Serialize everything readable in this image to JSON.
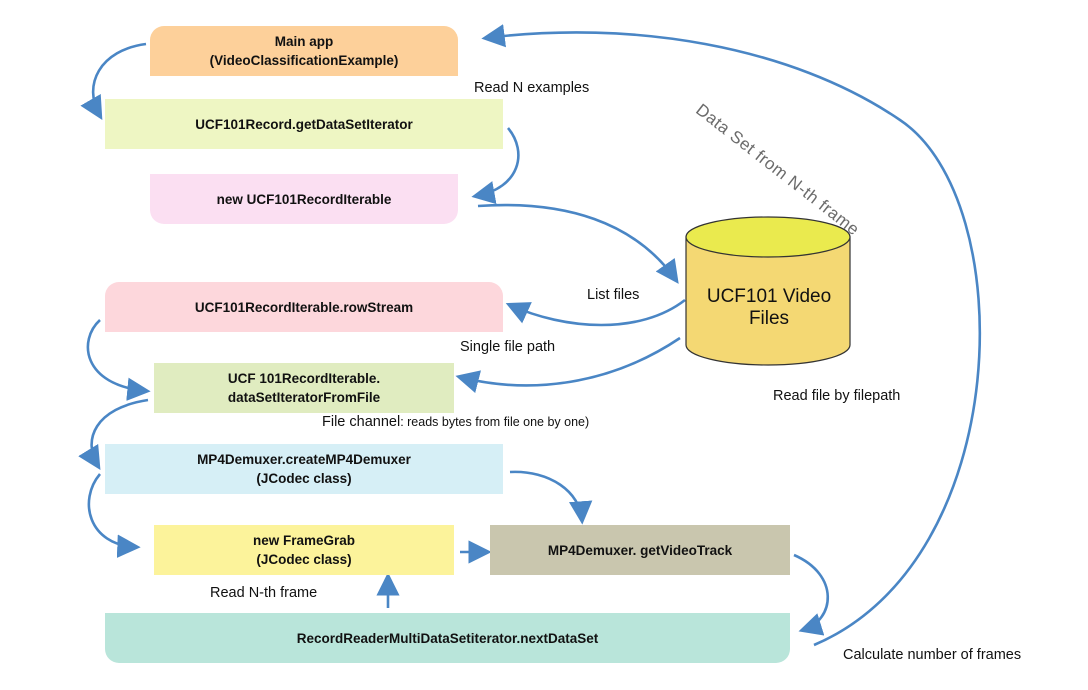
{
  "boxes": {
    "main_app": {
      "line1": "Main app",
      "line2": "(VideoClassificationExample)",
      "color": "#fdd09a"
    },
    "get_dataset_iterator": {
      "line1": "UCF101Record.getDataSetIterator",
      "color": "#eef6c3"
    },
    "new_record_iterable": {
      "line1": "new UCF101RecordIterable",
      "color": "#fbdff2"
    },
    "row_stream": {
      "line1": "UCF101RecordIterable.rowStream",
      "color": "#fdd7dc"
    },
    "dataset_iterator_from_file": {
      "line1": "UCF 101RecordIterable.",
      "line2": "dataSetIteratorFromFile",
      "color": "#e0ecc0"
    },
    "create_demuxer": {
      "line1": "MP4Demuxer.createMP4Demuxer",
      "line2": "(JCodec class)",
      "color": "#d6eff6"
    },
    "new_framegrab": {
      "line1": "new FrameGrab",
      "line2": "(JCodec class)",
      "color": "#fcf39b"
    },
    "get_video_track": {
      "line1": "MP4Demuxer. getVideoTrack",
      "color": "#c9c6ae"
    },
    "next_dataset": {
      "line1": "RecordReaderMultiDataSetiterator.nextDataSet",
      "color": "#b9e5da"
    }
  },
  "cylinder": {
    "line1": "UCF101 Video",
    "line2": "Files",
    "top_color": "#eaea4e",
    "body_color": "#f4d873"
  },
  "labels": {
    "read_n_examples": "Read N examples",
    "list_files": "List files",
    "single_file_path": "Single file path",
    "read_file_by_filepath": "Read file by filepath",
    "file_channel": "File channel",
    "file_channel_detail": ": reads bytes from file one by one)",
    "read_nth_frame": "Read N-th frame",
    "calculate_frames": "Calculate number of frames",
    "dataset_from_nth_frame": "Data Set from N-th frame"
  },
  "colors": {
    "arrow": "#4a86c5"
  }
}
